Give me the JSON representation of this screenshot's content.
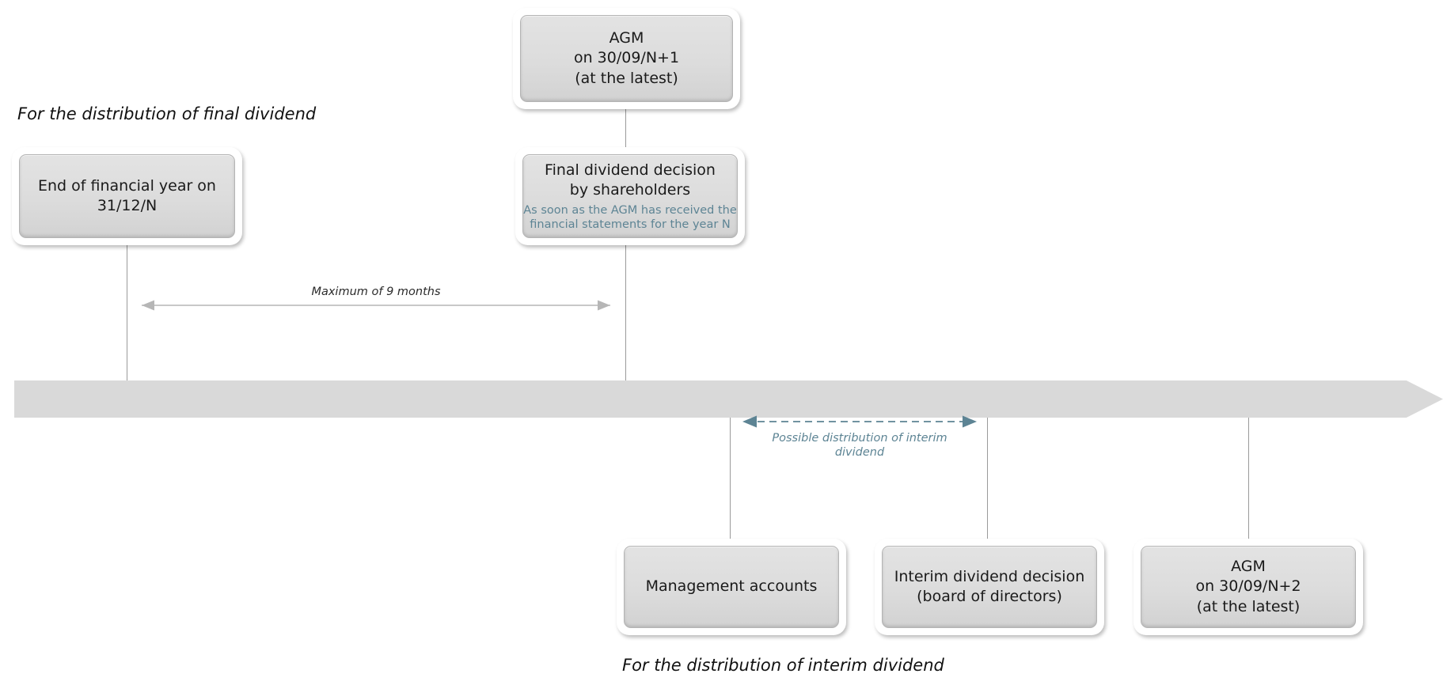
{
  "diagram": {
    "title_final": "For the distribution of final dividend",
    "title_interim": "For the distribution of interim dividend"
  },
  "nodes": {
    "end_of_year": {
      "line1": "End of financial year on",
      "line2": "31/12/N"
    },
    "agm_n1": {
      "line1": "AGM",
      "line2": "on 30/09/N+1",
      "line3": "(at the latest)"
    },
    "final_dividend_decision": {
      "line1": "Final dividend decision",
      "line2": "by shareholders",
      "sub1": "As soon as the AGM has received the",
      "sub2": "financial statements for the year N"
    },
    "management_accounts": {
      "line1": "Management accounts"
    },
    "interim_dividend_decision": {
      "line1": "Interim dividend decision",
      "line2": "(board of directors)"
    },
    "agm_n2": {
      "line1": "AGM",
      "line2": "on 30/09/N+2",
      "line3": "(at the latest)"
    }
  },
  "measures": {
    "max_nine_months": "Maximum of 9 months",
    "possible_interim": "Possible distribution of interim dividend"
  },
  "colors": {
    "timeline_bar": "#d9d9d9",
    "box_fill": "#dcdcdc",
    "box_border": "#b4b4b4",
    "accent_teal": "#5d8494",
    "measure_gray": "#b6b6b6",
    "connector_gray": "#9a9a9a",
    "text_dark": "#1a1a1a"
  }
}
